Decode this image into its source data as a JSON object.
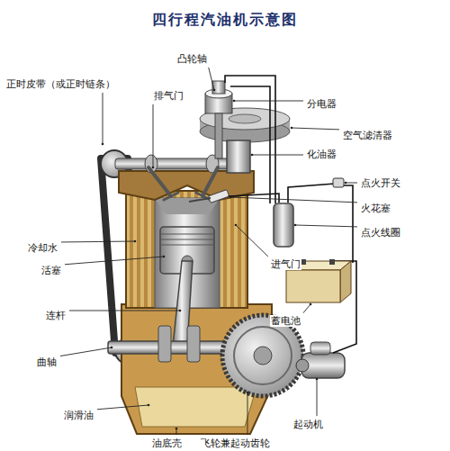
{
  "diagram": {
    "title": "四行程汽油机示意图",
    "labels": [
      "凸轮轴",
      "正时皮带（或正时链条）",
      "排气门",
      "分电器",
      "空气滤清器",
      "化油器",
      "点火开关",
      "火花塞",
      "点火线圈",
      "冷却水",
      "活塞",
      "进气门",
      "蓄电池",
      "连杆",
      "曲轴",
      "润滑油",
      "油底壳",
      "飞轮兼起动齿轮",
      "起动机"
    ]
  }
}
